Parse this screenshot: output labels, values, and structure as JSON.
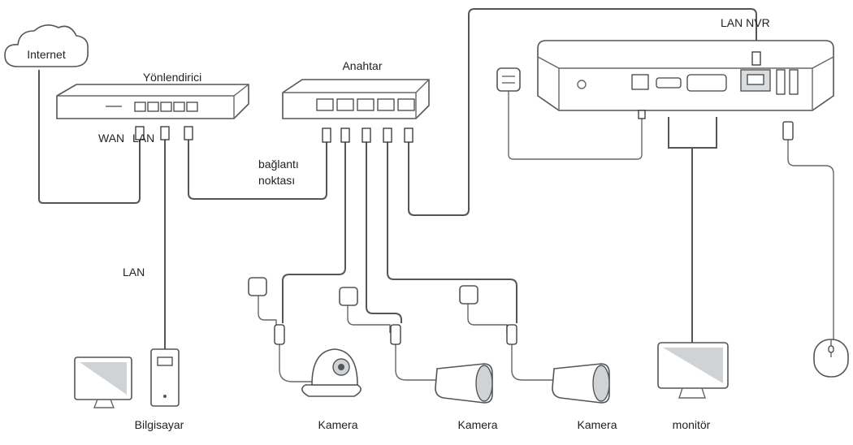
{
  "labels": {
    "internet": "Internet",
    "router": "Yönlendirici",
    "switch": "Anahtar",
    "wan": "WAN",
    "lan_router": "LAN",
    "access_point_line1": "bağlantı",
    "access_point_line2": "noktası",
    "lan_computer": "LAN",
    "computer": "Bilgisayar",
    "camera1": "Kamera",
    "camera2": "Kamera",
    "camera3": "Kamera",
    "monitor": "monitör",
    "lan_nvr": "LAN NVR"
  },
  "colors": {
    "wire": "#555555",
    "device_fill": "#ffffff",
    "device_stroke": "#555555",
    "screen_fill": "#cfd3d6"
  }
}
